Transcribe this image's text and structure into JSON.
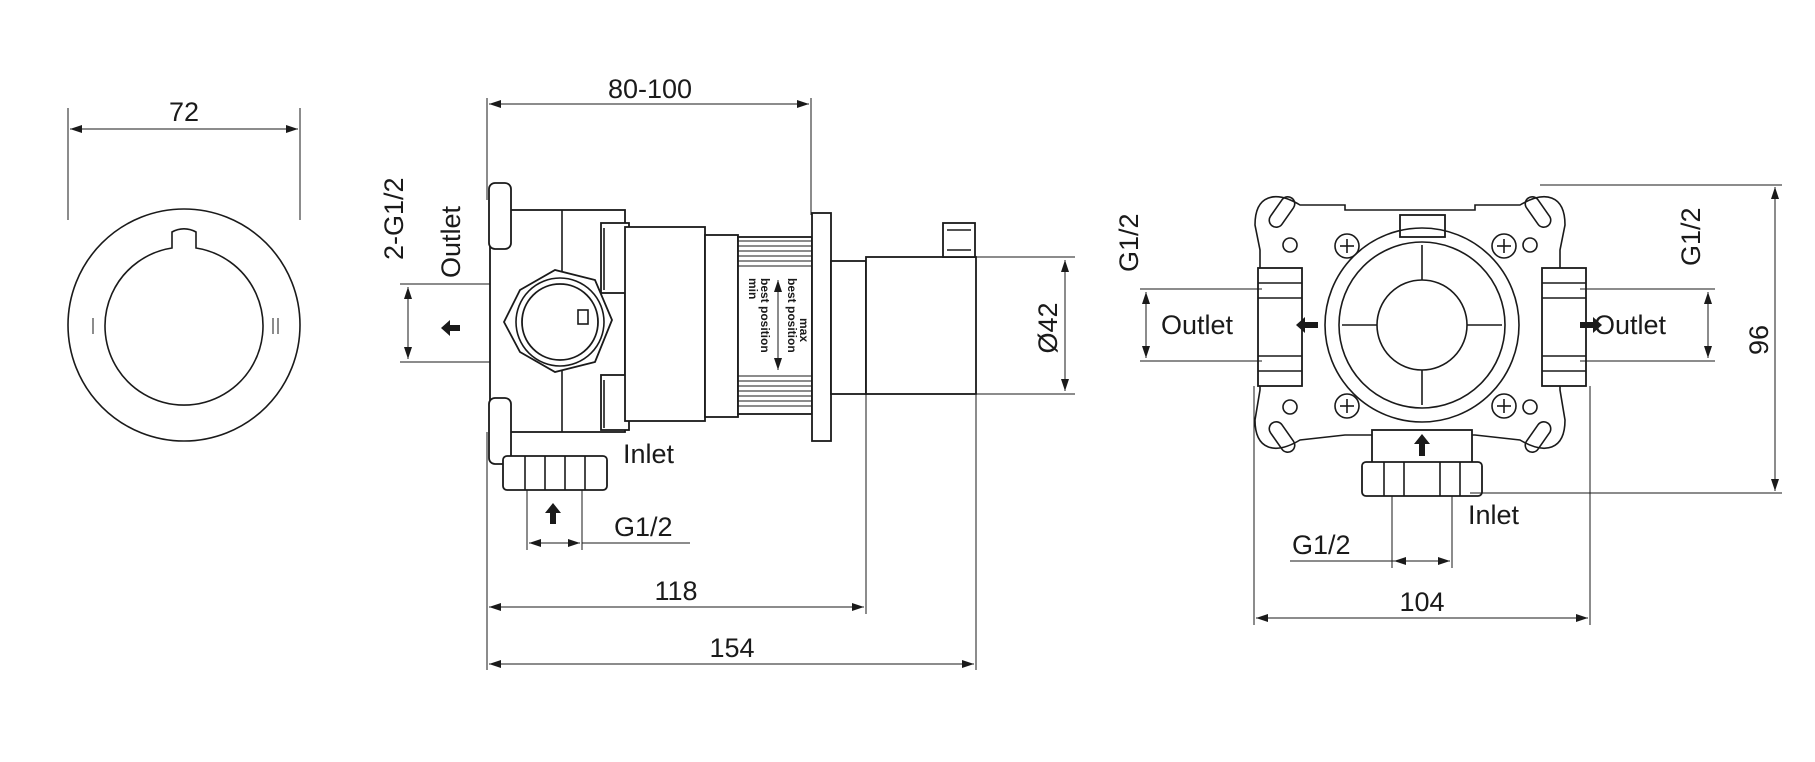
{
  "front_view": {
    "dim_width": "72",
    "position_left": "I",
    "position_right": "II"
  },
  "side_view": {
    "dim_depth_range": "80-100",
    "dim_outlet_thread": "2-G1/2",
    "label_outlet": "Outlet",
    "label_inlet": "Inlet",
    "dim_inlet_thread": "G1/2",
    "dim_118": "118",
    "dim_154": "154",
    "dim_diameter": "Ø42",
    "scale_min": "min",
    "scale_best": "best position",
    "scale_best2": "best position",
    "scale_max": "max"
  },
  "rear_view": {
    "dim_left_thread": "G1/2",
    "dim_right_thread": "G1/2",
    "label_outlet_left": "Outlet",
    "label_outlet_right": "Outlet",
    "label_inlet": "Inlet",
    "dim_inlet_thread": "G1/2",
    "dim_104": "104",
    "dim_96": "96"
  }
}
